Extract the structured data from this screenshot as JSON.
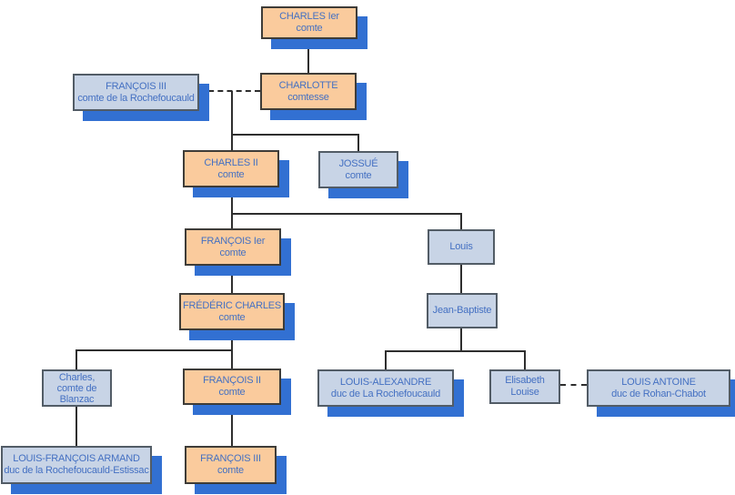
{
  "diagram": {
    "type": "family-tree-org-chart",
    "colors": {
      "main_branch_fill": "#FACB9D",
      "secondary_fill": "#C8D4E6",
      "drop_shadow": "#3270D2",
      "text": "#4470C2",
      "connector": "#2e2e2e"
    },
    "nodes": [
      {
        "id": "charles-1",
        "style": "main",
        "lines": [
          "CHARLES Ier",
          "comte"
        ]
      },
      {
        "id": "francois-3-laroche",
        "style": "secondary",
        "lines": [
          "FRANÇOIS III",
          "comte de la Rochefoucauld"
        ]
      },
      {
        "id": "charlotte",
        "style": "main",
        "lines": [
          "CHARLOTTE",
          "comtesse"
        ]
      },
      {
        "id": "charles-2",
        "style": "main",
        "lines": [
          "CHARLES II",
          "comte"
        ]
      },
      {
        "id": "jossue",
        "style": "secondary",
        "lines": [
          "JOSSUÉ",
          "comte"
        ]
      },
      {
        "id": "francois-1",
        "style": "main",
        "lines": [
          "FRANÇOIS Ier",
          "comte"
        ]
      },
      {
        "id": "louis",
        "style": "secondary",
        "lines": [
          "Louis"
        ]
      },
      {
        "id": "frederic-charles",
        "style": "main",
        "lines": [
          "FRÉDÉRIC CHARLES",
          "comte"
        ]
      },
      {
        "id": "jean-baptiste",
        "style": "secondary",
        "lines": [
          "Jean-Baptiste"
        ]
      },
      {
        "id": "charles-blanzac",
        "style": "secondary",
        "lines": [
          "Charles,",
          "comte de",
          "Blanzac"
        ]
      },
      {
        "id": "francois-2",
        "style": "main",
        "lines": [
          "FRANÇOIS II",
          "comte"
        ]
      },
      {
        "id": "louis-alexandre",
        "style": "secondary",
        "lines": [
          "LOUIS-ALEXANDRE",
          "duc de La Rochefoucauld"
        ]
      },
      {
        "id": "elisabeth-louise",
        "style": "secondary",
        "lines": [
          "Elisabeth",
          "Louise"
        ]
      },
      {
        "id": "louis-antoine",
        "style": "secondary",
        "lines": [
          "LOUIS ANTOINE",
          "duc de Rohan-Chabot"
        ]
      },
      {
        "id": "louis-francois-armand",
        "style": "secondary",
        "lines": [
          "LOUIS-FRANÇOIS ARMAND",
          "duc de la Rochefoucauld-Estissac"
        ]
      },
      {
        "id": "francois-3",
        "style": "main",
        "lines": [
          "FRANÇOIS III",
          "comte"
        ]
      }
    ],
    "unions": [
      {
        "partners": [
          "francois-3-laroche",
          "charlotte"
        ],
        "line_style": "dashed"
      },
      {
        "partners": [
          "elisabeth-louise",
          "louis-antoine"
        ],
        "line_style": "dashed"
      }
    ],
    "descents": [
      {
        "parent": "charles-1",
        "child": "charlotte"
      },
      {
        "parent": "charlotte",
        "children": [
          "charles-2",
          "jossue"
        ]
      },
      {
        "parent": "charles-2",
        "children": [
          "francois-1",
          "louis"
        ]
      },
      {
        "parent": "francois-1",
        "children": [
          "frederic-charles"
        ]
      },
      {
        "parent": "louis",
        "children": [
          "jean-baptiste"
        ]
      },
      {
        "parent": "frederic-charles",
        "children": [
          "charles-blanzac",
          "francois-2"
        ]
      },
      {
        "parent": "jean-baptiste",
        "children": [
          "louis-alexandre",
          "elisabeth-louise"
        ]
      },
      {
        "parent": "charles-blanzac",
        "children": [
          "louis-francois-armand"
        ]
      },
      {
        "parent": "francois-2",
        "children": [
          "francois-3"
        ]
      }
    ]
  }
}
